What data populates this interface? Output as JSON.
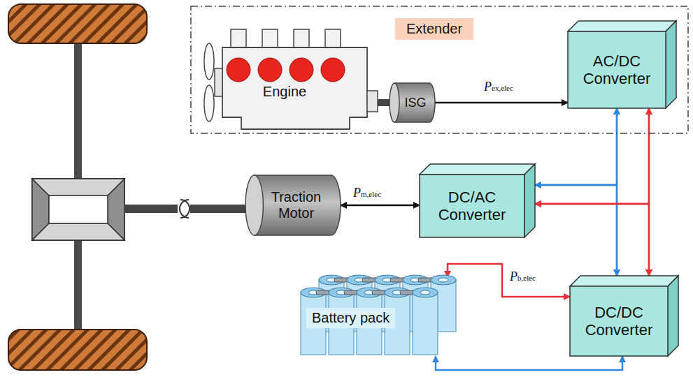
{
  "diagram": {
    "nodes": [
      {
        "text": [
          "Extender"
        ]
      },
      {
        "text": [
          "Engine"
        ],
        "in": 0
      },
      {
        "text": [
          "ISG"
        ],
        "in": 0
      },
      {
        "text": [
          "AC/DC Converter"
        ],
        "in": 0
      },
      {
        "text": [
          "Traction Motor"
        ]
      },
      {
        "text": [
          "DC/AC Converter"
        ]
      },
      {
        "text": [
          "Battery pack"
        ]
      },
      {
        "text": [
          "DC/DC Converter"
        ]
      }
    ],
    "edges": [
      {
        "from": 2,
        "to": 3,
        "arrow": "to",
        "label": "Pex,elec"
      },
      {
        "from": 4,
        "to": 5,
        "arrow": "both",
        "label": "Pm,elec"
      },
      {
        "from": 5,
        "to": 3,
        "arrow": "both"
      },
      {
        "from": 5,
        "to": 7,
        "arrow": "both"
      },
      {
        "from": 3,
        "to": 7,
        "arrow": "both"
      },
      {
        "from": 5,
        "to": 3,
        "arrow": "both"
      },
      {
        "from": 5,
        "to": 7,
        "arrow": "both"
      },
      {
        "from": 3,
        "to": 7,
        "arrow": "both"
      },
      {
        "from": 6,
        "to": 7,
        "arrow": "both",
        "label": "Pb,elec"
      },
      {
        "from": 6,
        "to": 7,
        "arrow": "both"
      }
    ]
  }
}
